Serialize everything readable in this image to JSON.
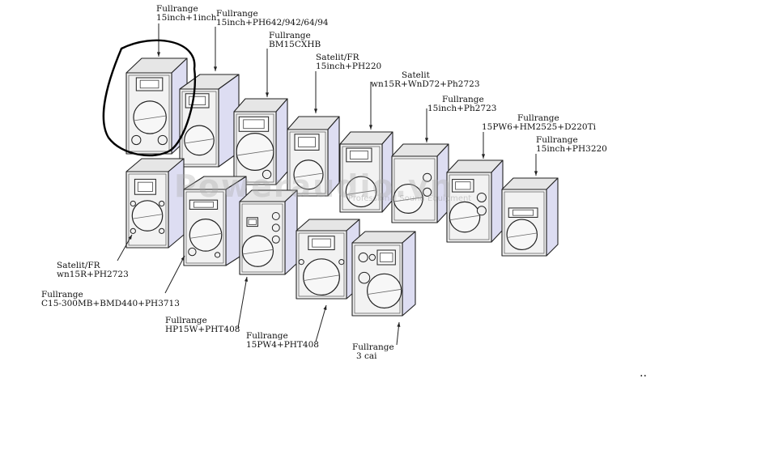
{
  "labels": [
    {
      "l1": "Fullrange",
      "l2": "15inch+1inch"
    },
    {
      "l1": "Fullrange",
      "l2": "15inch+PH642/942/64/94"
    },
    {
      "l1": "Fullrange",
      "l2": "BM15CXHB"
    },
    {
      "l1": "Satelit/FR",
      "l2": "15inch+PH220"
    },
    {
      "l1": "Satelit",
      "l2": "wn15R+WnD72+Ph2723"
    },
    {
      "l1": "Fullrange",
      "l2": "15inch+Ph2723"
    },
    {
      "l1": "Fullrange",
      "l2": "15PW6+HM2525+D220Ti"
    },
    {
      "l1": "Fullrange",
      "l2": "15inch+PH3220"
    },
    {
      "l1": "Satelit/FR",
      "l2": "wn15R+PH2723"
    },
    {
      "l1": "Fullrange",
      "l2": "C15-300MB+BMD440+PH3713"
    },
    {
      "l1": "Fullrange",
      "l2": "HP15W+PHT408"
    },
    {
      "l1": "Fullrange",
      "l2": "15PW4+PHT408"
    },
    {
      "l1": "Fullrange",
      "l2": "3 cai"
    }
  ],
  "watermark": "Poweraudio.vn",
  "watermark_sub": "Professional Sound Equipment",
  "stray_mark": "..",
  "colors": {
    "box_front": "#f2f2f2",
    "box_side": "#ddddf2",
    "box_top": "#e6e6e6",
    "line": "#222222"
  }
}
